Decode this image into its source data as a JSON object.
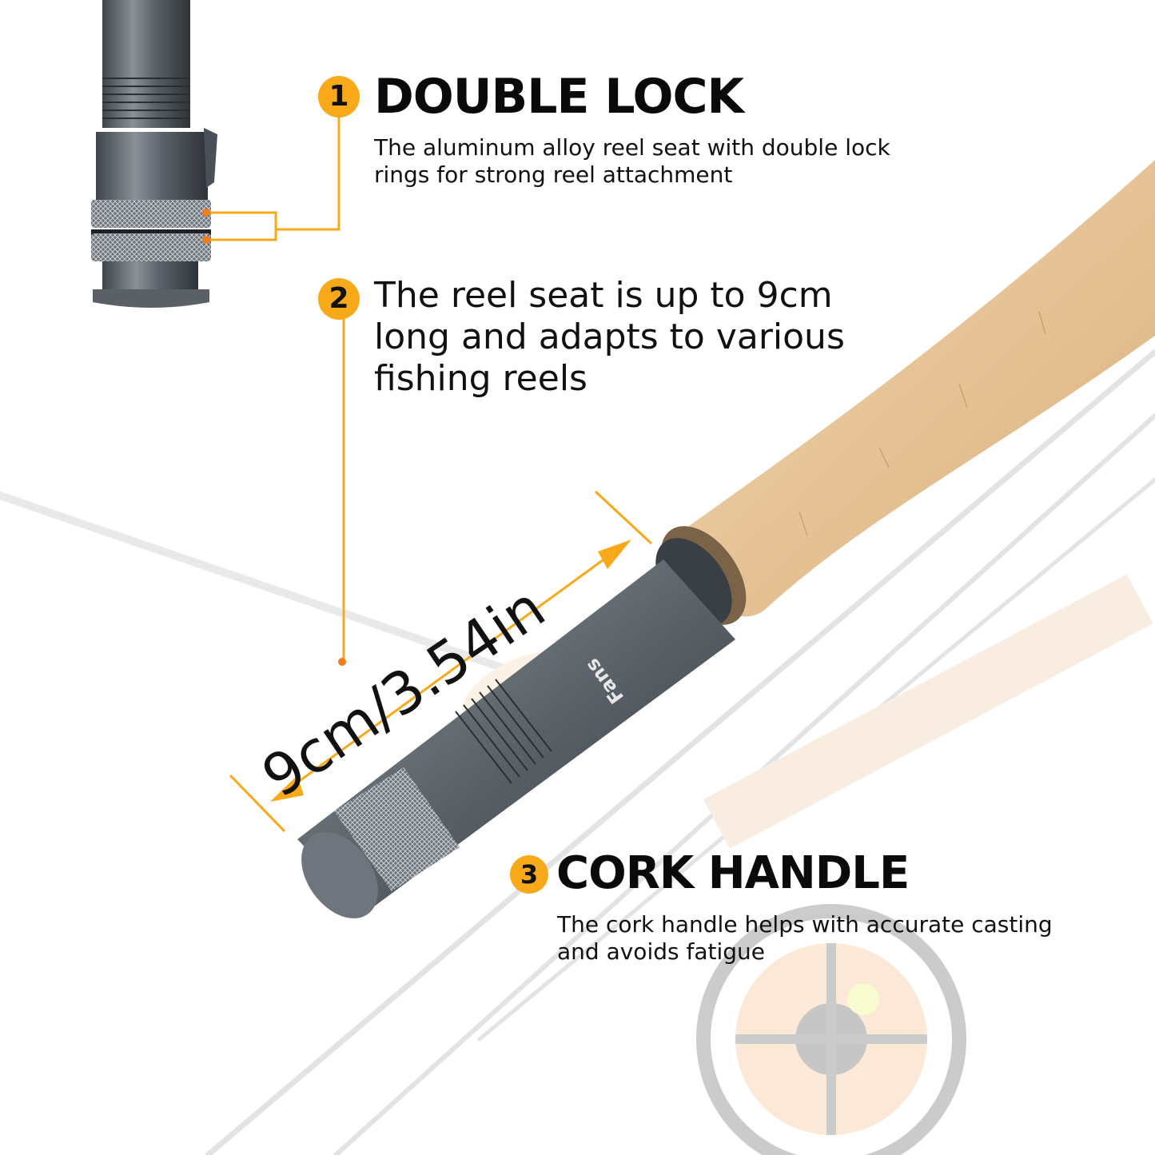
{
  "colors": {
    "accent": "#F8A91A",
    "text": "#111111",
    "metal": "#5E646B",
    "cork": "#E9C9A0"
  },
  "brand": {
    "logo_text": "Fans"
  },
  "features": [
    {
      "number": "1",
      "title": "DOUBLE LOCK",
      "description_lines": [
        "The aluminum alloy reel seat with double lock",
        "rings for strong reel attachment"
      ]
    },
    {
      "number": "2",
      "title": "",
      "description_lines": [
        "The reel seat is up to 9cm",
        "long and adapts to various",
        "fishing reels"
      ]
    },
    {
      "number": "3",
      "title": "CORK HANDLE",
      "description_lines": [
        "The cork handle helps with accurate casting",
        "and avoids fatigue"
      ]
    }
  ],
  "dimension": {
    "label": "9cm/3.54in"
  },
  "icons": {
    "badge_shape": "orange-circle",
    "dimension_arrow": "double-headed-arrow"
  }
}
